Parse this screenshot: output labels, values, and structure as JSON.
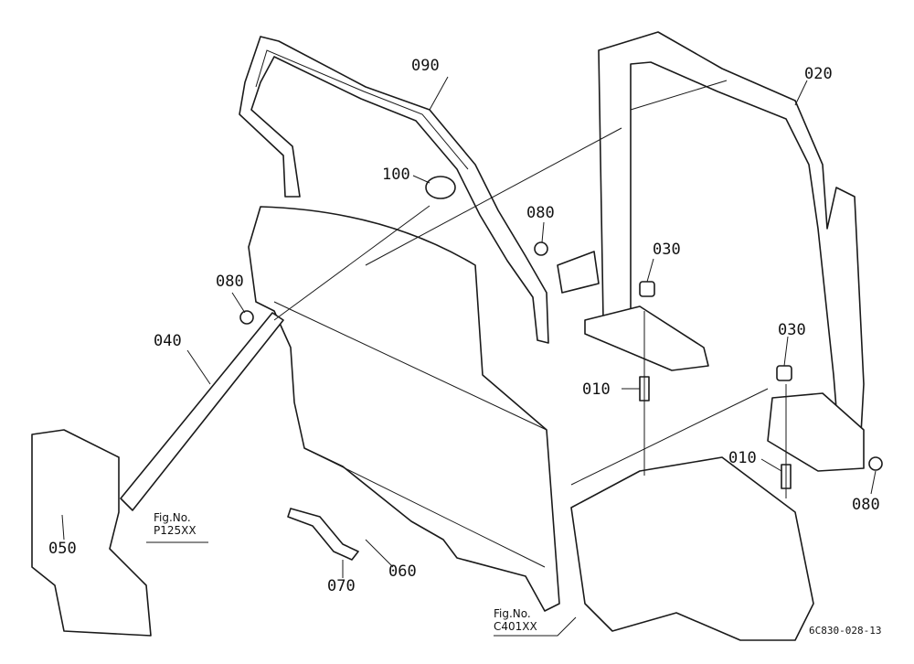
{
  "parts": [
    {
      "id": "p090",
      "label": "090"
    },
    {
      "id": "p020",
      "label": "020"
    },
    {
      "id": "p100",
      "label": "100"
    },
    {
      "id": "p080a",
      "label": "080"
    },
    {
      "id": "p030a",
      "label": "030"
    },
    {
      "id": "p080b",
      "label": "080"
    },
    {
      "id": "p040",
      "label": "040"
    },
    {
      "id": "p030b",
      "label": "030"
    },
    {
      "id": "p010a",
      "label": "010"
    },
    {
      "id": "p010b",
      "label": "010"
    },
    {
      "id": "p080c",
      "label": "080"
    },
    {
      "id": "p050",
      "label": "050"
    },
    {
      "id": "p060",
      "label": "060"
    },
    {
      "id": "p070",
      "label": "070"
    }
  ],
  "refs": [
    {
      "line1": "Fig.No.",
      "line2": "P125XX"
    },
    {
      "line1": "Fig.No.",
      "line2": "C401XX"
    }
  ],
  "drawing_code": "6C830-028-13"
}
